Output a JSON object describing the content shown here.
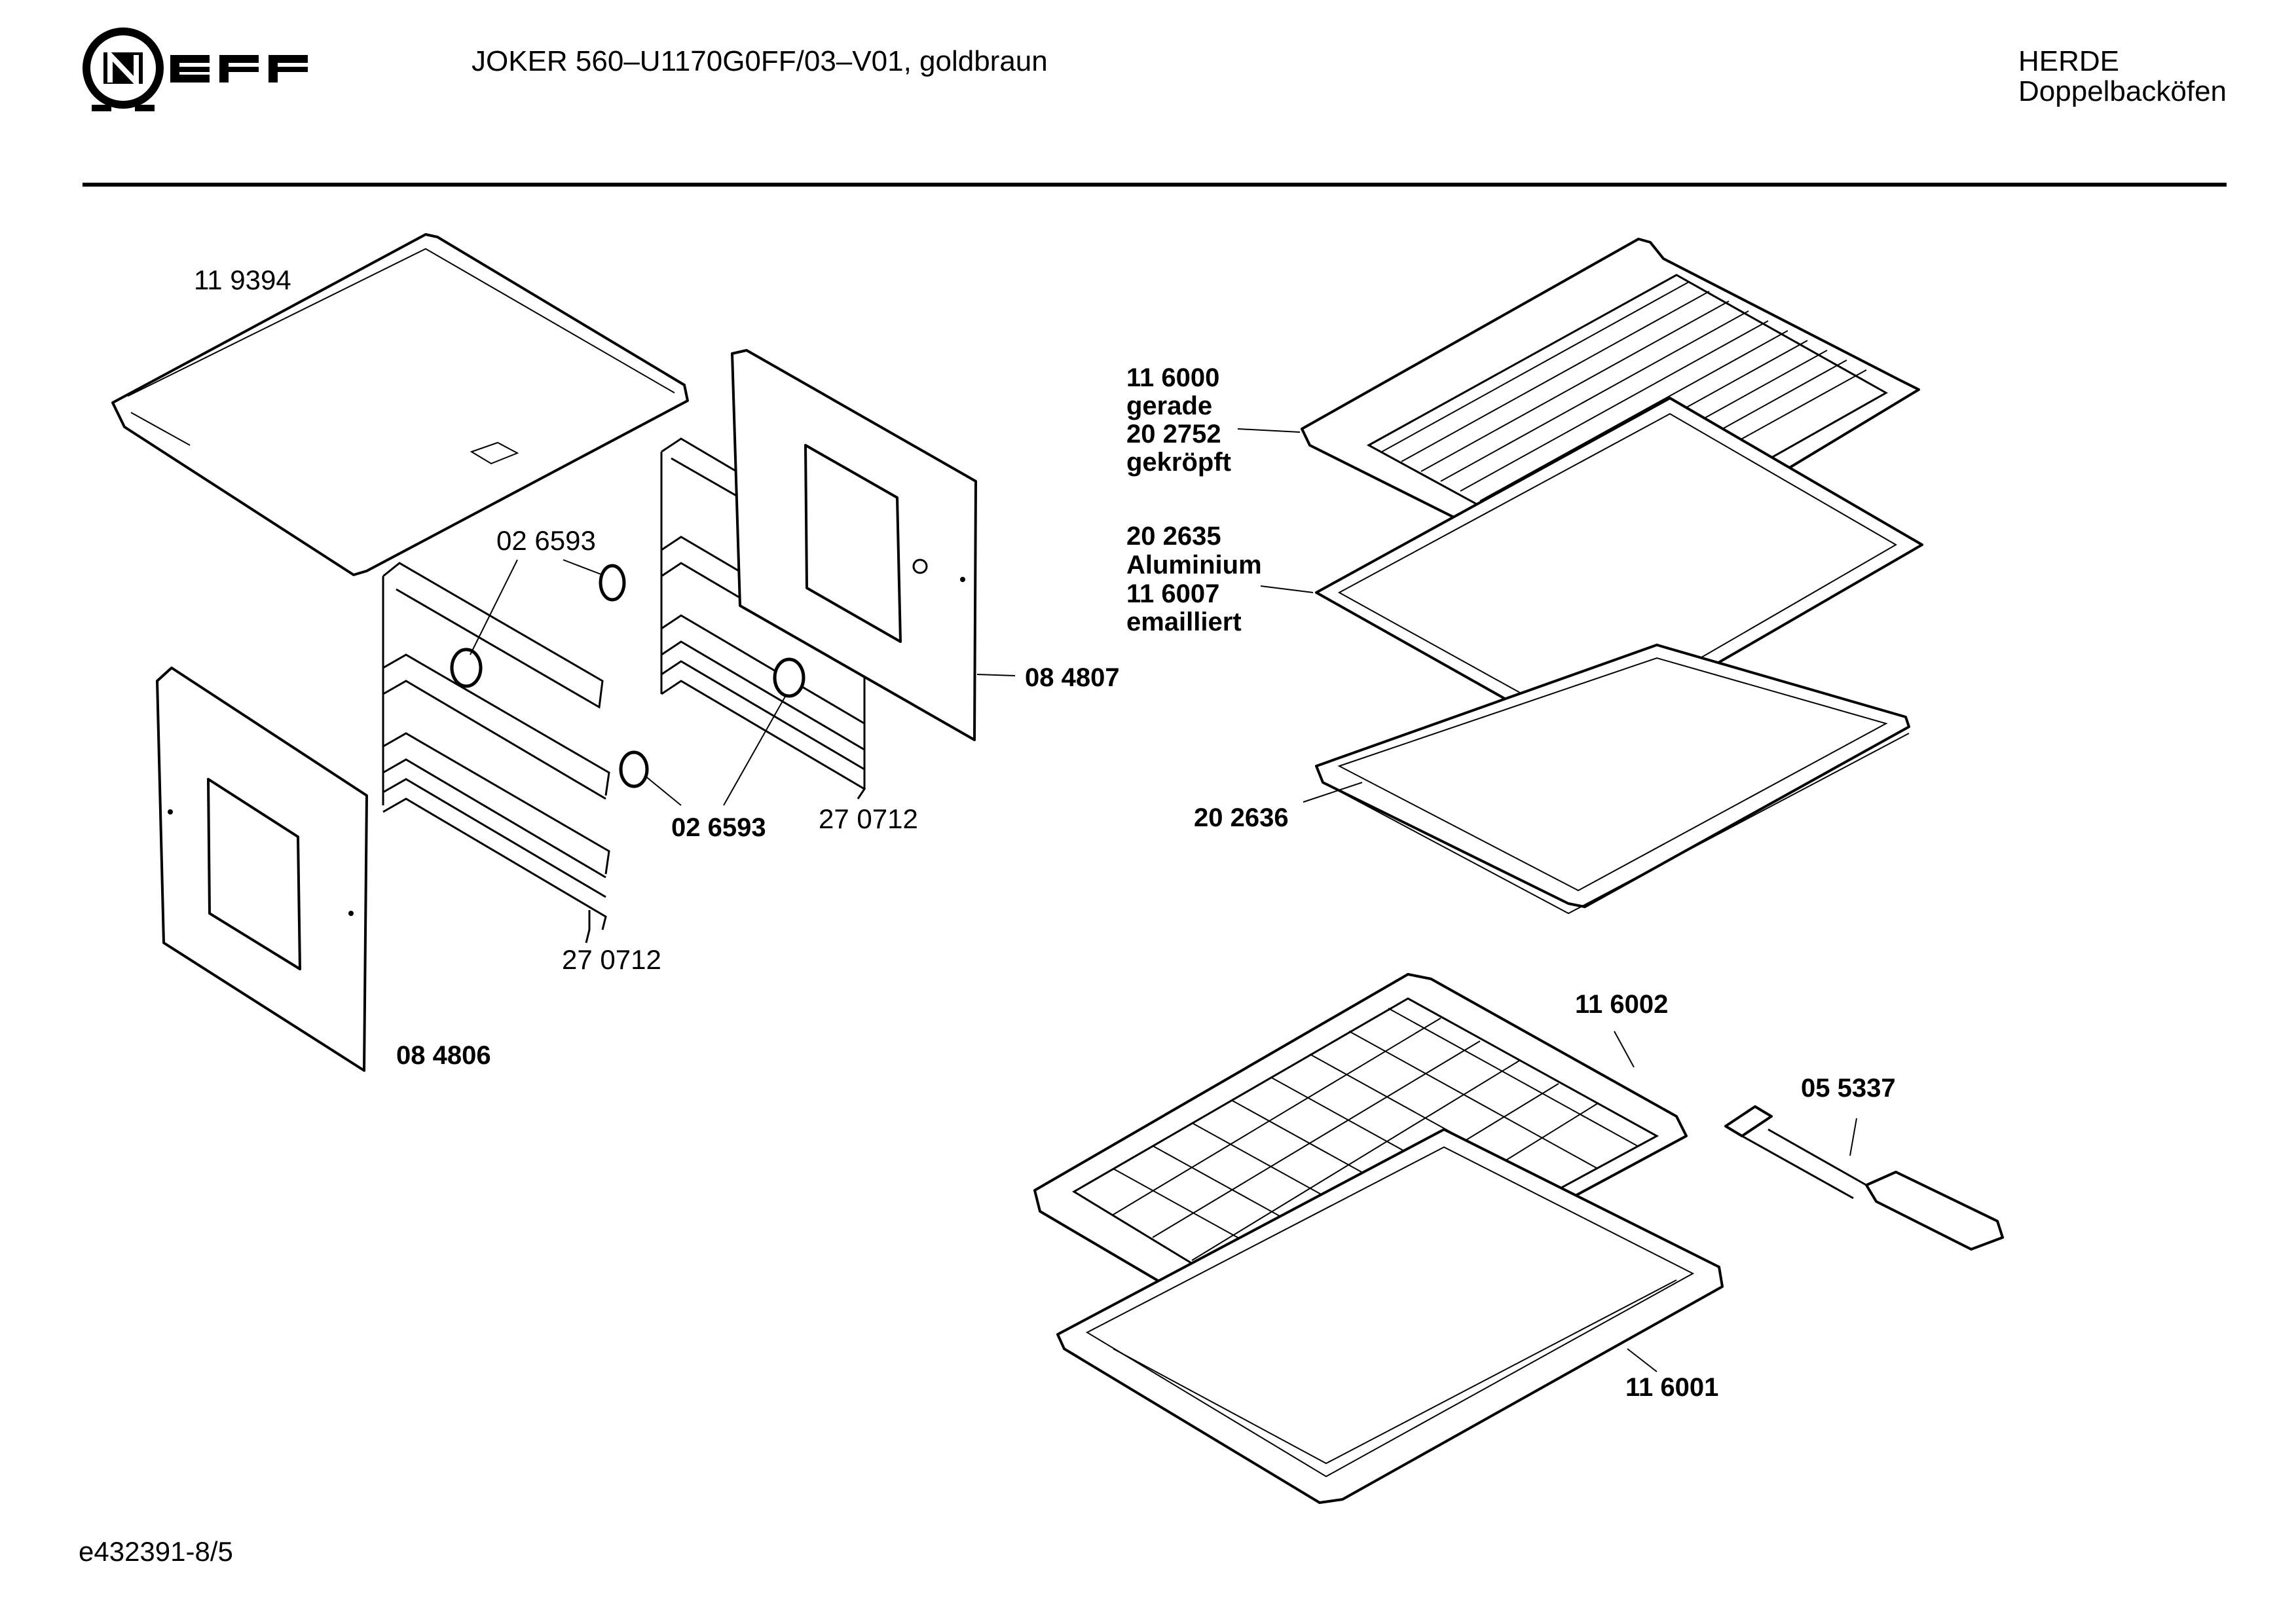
{
  "header": {
    "brand": "NEFF",
    "model_line": "JOKER 560–U1170G0FF/03–V01, goldbraun",
    "category": "HERDE",
    "subcategory": "Doppelbacköfen"
  },
  "footer": {
    "document_number": "e432391-8/5"
  },
  "callouts": {
    "top_cover": "11 9394",
    "knob_upper": "02 6593",
    "knob_lower": "02 6593",
    "rack_right": "27 0712",
    "rack_left": "27 0712",
    "panel_right": "08 4807",
    "panel_left": "08 4806",
    "grid_shelf_line1": "11 6000",
    "grid_shelf_line2": "gerade",
    "grid_shelf_line3": "20 2752",
    "grid_shelf_line4": "gekröpft",
    "baking_tray_line1": "20 2635",
    "baking_tray_line2": "Aluminium",
    "baking_tray_line3": "11 6007",
    "baking_tray_line4": "emailliert",
    "deep_tray": "20 2636",
    "wire_grid": "11 6002",
    "grill_pan": "11 6001",
    "handle": "05 5337"
  }
}
